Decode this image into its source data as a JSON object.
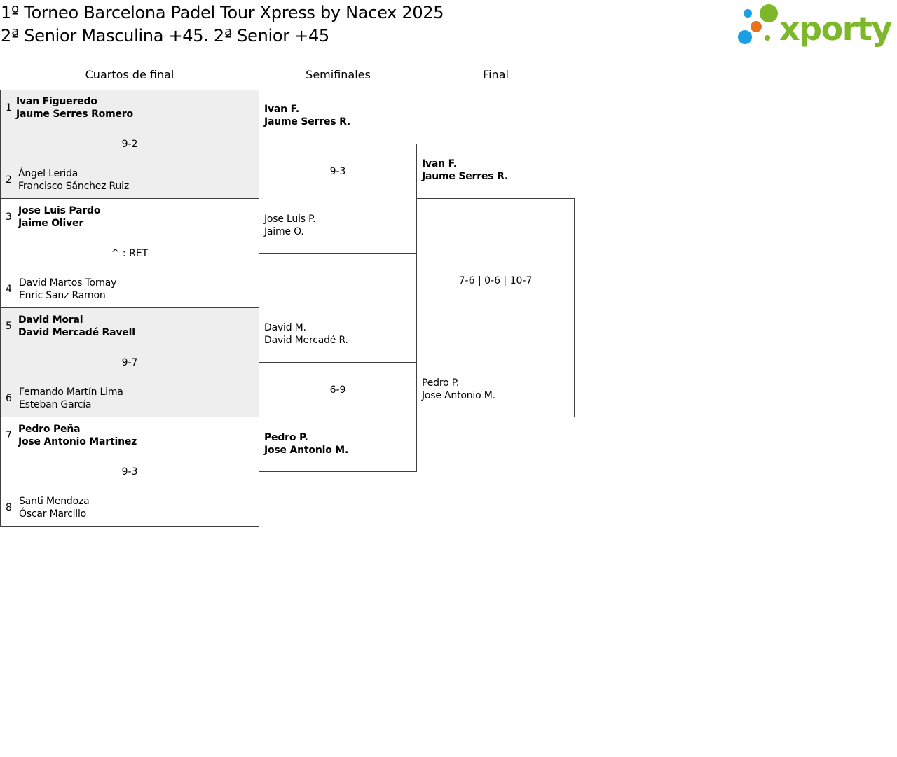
{
  "header": {
    "title_line1": "1º Torneo Barcelona Padel Tour Xpress by Nacex 2025",
    "title_line2": "2ª Senior Masculina +45. 2ª Senior +45",
    "logo_text": "xporty"
  },
  "colors": {
    "logo_green": "#7cb829",
    "logo_blue": "#1a9fe3",
    "logo_orange": "#e8731c",
    "shade": "#eeeeee",
    "border": "#404040"
  },
  "rounds": {
    "quarter": "Cuartos de final",
    "semi": "Semifinales",
    "final": "Final"
  },
  "quarterfinals": [
    {
      "seed_a": "1",
      "team_a": [
        "Ivan Figueredo",
        "Jaume Serres Romero"
      ],
      "seed_b": "2",
      "team_b": [
        "Ángel Lerida",
        "Francisco Sánchez Ruiz"
      ],
      "score": "9-2"
    },
    {
      "seed_a": "3",
      "team_a": [
        "Jose Luis Pardo",
        "Jaime Oliver"
      ],
      "seed_b": "4",
      "team_b": [
        "David Martos Tornay",
        "Enric Sanz Ramon"
      ],
      "score": "^ : RET"
    },
    {
      "seed_a": "5",
      "team_a": [
        "David Moral",
        "David Mercadé Ravell"
      ],
      "seed_b": "6",
      "team_b": [
        "Fernando Martín Lima",
        "Esteban García"
      ],
      "score": "9-7"
    },
    {
      "seed_a": "7",
      "team_a": [
        "Pedro Peña",
        "Jose Antonio Martinez"
      ],
      "seed_b": "8",
      "team_b": [
        "Santi Mendoza",
        "Óscar Marcillo"
      ],
      "score": "9-3"
    }
  ],
  "semifinals": [
    {
      "team_a": [
        "Ivan F.",
        "Jaume Serres R."
      ],
      "team_b": [
        "Jose Luis P.",
        "Jaime O."
      ],
      "score": "9-3"
    },
    {
      "team_a": [
        "David M.",
        "David Mercadé R."
      ],
      "team_b": [
        "Pedro P.",
        "Jose Antonio M."
      ],
      "score": "6-9"
    }
  ],
  "final": {
    "team_a": [
      "Ivan F.",
      "Jaume Serres R."
    ],
    "team_b": [
      "Pedro P.",
      "Jose Antonio M."
    ],
    "score": "7-6 | 0-6 | 10-7"
  }
}
